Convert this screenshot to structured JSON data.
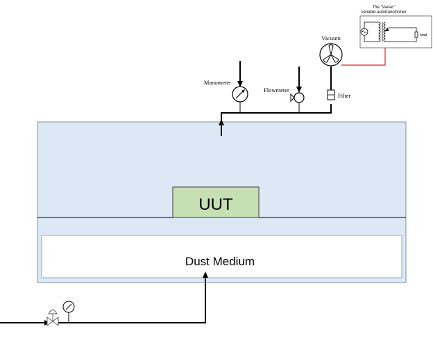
{
  "labels": {
    "uut": "UUT",
    "dust_medium": "Dust Medium",
    "manometer": "Manometer",
    "flowmeter": "Flowmeter",
    "vacuum": "Vacuum",
    "filter": "Filter",
    "variac_title_line1": "The \"Variac\"",
    "variac_title_line2": "variable autotransformer",
    "load": "load"
  },
  "colors": {
    "chamber_fill": "#dce8f5",
    "chamber_stroke": "#7f8fa3",
    "uut_fill": "#c6e0b4",
    "uut_stroke": "#3a3a3a",
    "dust_fill": "#ffffff",
    "dust_stroke": "#8aa7c8",
    "pipe": "#000000",
    "power_wire": "#e02020"
  }
}
